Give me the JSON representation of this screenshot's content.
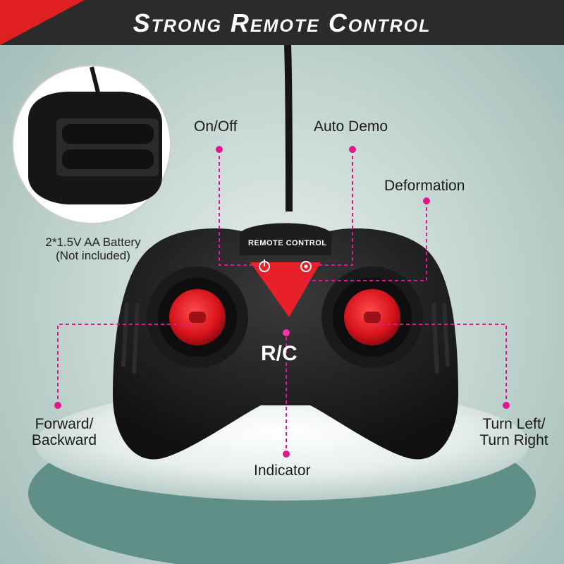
{
  "banner": {
    "title": "Strong Remote Control"
  },
  "battery": {
    "line1": "2*1.5V AA Battery",
    "line2": "(Not included)"
  },
  "labels": {
    "on_off": "On/Off",
    "auto_demo": "Auto Demo",
    "deformation": "Deformation",
    "forward_line1": "Forward/",
    "forward_line2": "Backward",
    "turn_line1": "Turn Left/",
    "turn_line2": "Turn Right",
    "indicator": "Indicator"
  },
  "controller": {
    "brand_text": "REMOTE CONTROL",
    "rc_text": "R/C"
  },
  "colors": {
    "accent": "#e0188c",
    "banner": "#2b2b2b",
    "banner_red": "#e02020",
    "button_red": "#e8202a"
  },
  "icons": [
    "power-icon",
    "gear-icon",
    "indicator-led-icon"
  ]
}
